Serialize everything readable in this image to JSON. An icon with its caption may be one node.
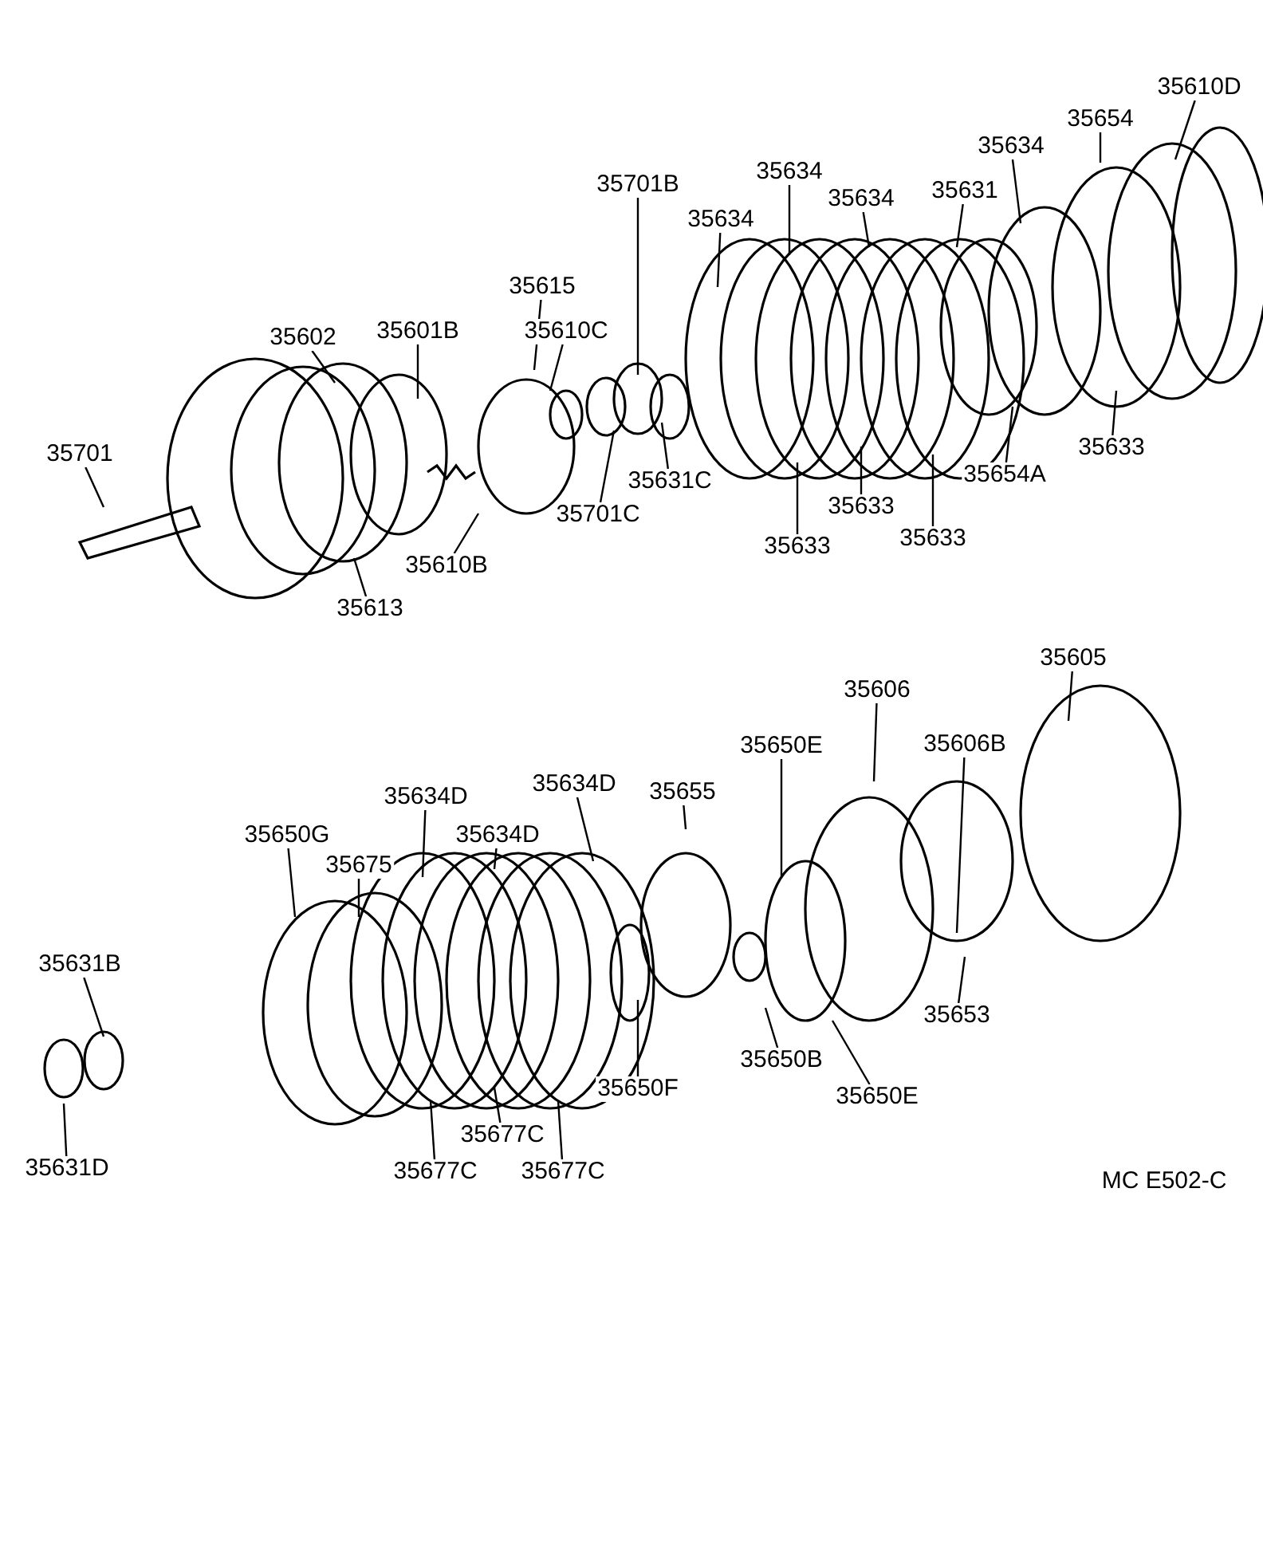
{
  "diagram": {
    "nodes": [
      {
        "text": [
          "35610D"
        ]
      },
      {
        "text": [
          "35654"
        ]
      },
      {
        "text": [
          "35634"
        ]
      },
      {
        "text": [
          "35701B"
        ]
      },
      {
        "text": [
          "35634"
        ]
      },
      {
        "text": [
          "35634"
        ]
      },
      {
        "text": [
          "35631"
        ]
      },
      {
        "text": [
          "35634"
        ]
      },
      {
        "text": [
          "35615"
        ]
      },
      {
        "text": [
          "35602"
        ]
      },
      {
        "text": [
          "35601B"
        ]
      },
      {
        "text": [
          "35610C"
        ]
      },
      {
        "text": [
          "35701"
        ]
      },
      {
        "text": [
          "35631C"
        ]
      },
      {
        "text": [
          "35701C"
        ]
      },
      {
        "text": [
          "35633"
        ]
      },
      {
        "text": [
          "35654A"
        ]
      },
      {
        "text": [
          "35633"
        ]
      },
      {
        "text": [
          "35633"
        ]
      },
      {
        "text": [
          "35633"
        ]
      },
      {
        "text": [
          "35610B"
        ]
      },
      {
        "text": [
          "35613"
        ]
      },
      {
        "text": [
          "35605"
        ]
      },
      {
        "text": [
          "35606"
        ]
      },
      {
        "text": [
          "35650E"
        ]
      },
      {
        "text": [
          "35606B"
        ]
      },
      {
        "text": [
          "35634D"
        ]
      },
      {
        "text": [
          "35634D"
        ]
      },
      {
        "text": [
          "35655"
        ]
      },
      {
        "text": [
          "35650G"
        ]
      },
      {
        "text": [
          "35634D"
        ]
      },
      {
        "text": [
          "35675"
        ]
      },
      {
        "text": [
          "35631B"
        ]
      },
      {
        "text": [
          "35653"
        ]
      },
      {
        "text": [
          "35650B"
        ]
      },
      {
        "text": [
          "35650F"
        ]
      },
      {
        "text": [
          "35650E"
        ]
      },
      {
        "text": [
          "35677C"
        ]
      },
      {
        "text": [
          "35631D"
        ]
      },
      {
        "text": [
          "35677C"
        ]
      },
      {
        "text": [
          "35677C"
        ]
      }
    ],
    "edges": [
      {
        "from": 0,
        "to": null,
        "arrow": "none"
      },
      {
        "from": 1,
        "to": null,
        "arrow": "none"
      },
      {
        "from": 2,
        "to": null,
        "arrow": "none"
      },
      {
        "from": 3,
        "to": null,
        "arrow": "none"
      },
      {
        "from": 4,
        "to": null,
        "arrow": "none"
      },
      {
        "from": 5,
        "to": null,
        "arrow": "none"
      },
      {
        "from": 6,
        "to": null,
        "arrow": "none"
      },
      {
        "from": 7,
        "to": null,
        "arrow": "none"
      },
      {
        "from": 8,
        "to": null,
        "arrow": "none"
      },
      {
        "from": 9,
        "to": null,
        "arrow": "none"
      },
      {
        "from": 10,
        "to": null,
        "arrow": "none"
      },
      {
        "from": 11,
        "to": null,
        "arrow": "none"
      },
      {
        "from": 12,
        "to": null,
        "arrow": "none"
      },
      {
        "from": 13,
        "to": null,
        "arrow": "none"
      },
      {
        "from": 14,
        "to": null,
        "arrow": "none"
      },
      {
        "from": 15,
        "to": null,
        "arrow": "none"
      },
      {
        "from": 16,
        "to": null,
        "arrow": "none"
      },
      {
        "from": 17,
        "to": null,
        "arrow": "none"
      },
      {
        "from": 18,
        "to": null,
        "arrow": "none"
      },
      {
        "from": 19,
        "to": null,
        "arrow": "none"
      },
      {
        "from": 20,
        "to": null,
        "arrow": "none"
      },
      {
        "from": 21,
        "to": null,
        "arrow": "none"
      },
      {
        "from": 22,
        "to": null,
        "arrow": "none"
      },
      {
        "from": 23,
        "to": null,
        "arrow": "none"
      },
      {
        "from": 24,
        "to": null,
        "arrow": "none"
      },
      {
        "from": 25,
        "to": null,
        "arrow": "none"
      },
      {
        "from": 26,
        "to": null,
        "arrow": "none"
      },
      {
        "from": 27,
        "to": null,
        "arrow": "none"
      },
      {
        "from": 28,
        "to": null,
        "arrow": "none"
      },
      {
        "from": 29,
        "to": null,
        "arrow": "none"
      },
      {
        "from": 30,
        "to": null,
        "arrow": "none"
      },
      {
        "from": 31,
        "to": null,
        "arrow": "none"
      },
      {
        "from": 32,
        "to": null,
        "arrow": "none"
      },
      {
        "from": 33,
        "to": null,
        "arrow": "none"
      },
      {
        "from": 34,
        "to": null,
        "arrow": "none"
      },
      {
        "from": 35,
        "to": null,
        "arrow": "none"
      },
      {
        "from": 36,
        "to": null,
        "arrow": "none"
      },
      {
        "from": 37,
        "to": null,
        "arrow": "none"
      },
      {
        "from": 38,
        "to": null,
        "arrow": "none"
      },
      {
        "from": 39,
        "to": null,
        "arrow": "none"
      },
      {
        "from": 40,
        "to": null,
        "arrow": "none"
      }
    ],
    "labels": [
      "MC E502-C"
    ]
  }
}
